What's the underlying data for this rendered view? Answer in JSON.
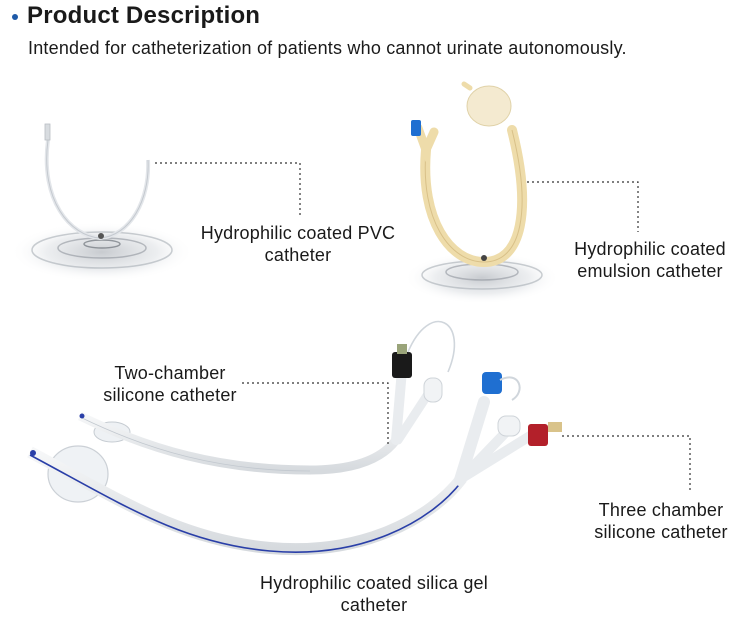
{
  "header": {
    "title": "Product Description",
    "intro": "Intended for catheterization of patients who cannot urinate autonomously."
  },
  "labels": {
    "pvc": [
      "Hydrophilic coated PVC",
      "catheter"
    ],
    "emulsion": [
      "Hydrophilic coated",
      "emulsion catheter"
    ],
    "two_chamber": [
      "Two-chamber",
      "silicone catheter"
    ],
    "three_chamber": [
      "Three chamber",
      "silicone catheter"
    ],
    "silica_gel": [
      "Hydrophilic coated silica gel",
      "catheter"
    ]
  },
  "colors": {
    "bullet": "#1e5aa8",
    "blue_tip": "#2a3fa8",
    "emulsion_body": "#eedcaa",
    "red_valve": "#b3202a",
    "black_valve": "#1a1a1a",
    "blue_cap": "#1f6fd1"
  }
}
